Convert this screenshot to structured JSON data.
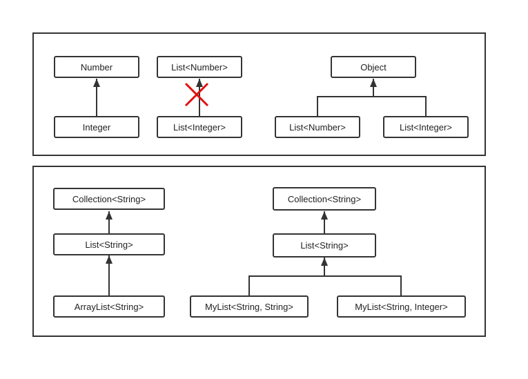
{
  "panel_top": {
    "number": "Number",
    "integer": "Integer",
    "list_number_left": "List<Number>",
    "list_integer_left": "List<Integer>",
    "object": "Object",
    "list_number_right": "List<Number>",
    "list_integer_right": "List<Integer>"
  },
  "panel_bottom": {
    "collection_left": "Collection<String>",
    "list_string_left": "List<String>",
    "arraylist": "ArrayList<String>",
    "collection_right": "Collection<String>",
    "list_string_right": "List<String>",
    "mylist_string_string": "MyList<String, String>",
    "mylist_string_integer": "MyList<String, Integer>"
  },
  "colors": {
    "stroke": "#333333",
    "cross": "#e01010"
  }
}
